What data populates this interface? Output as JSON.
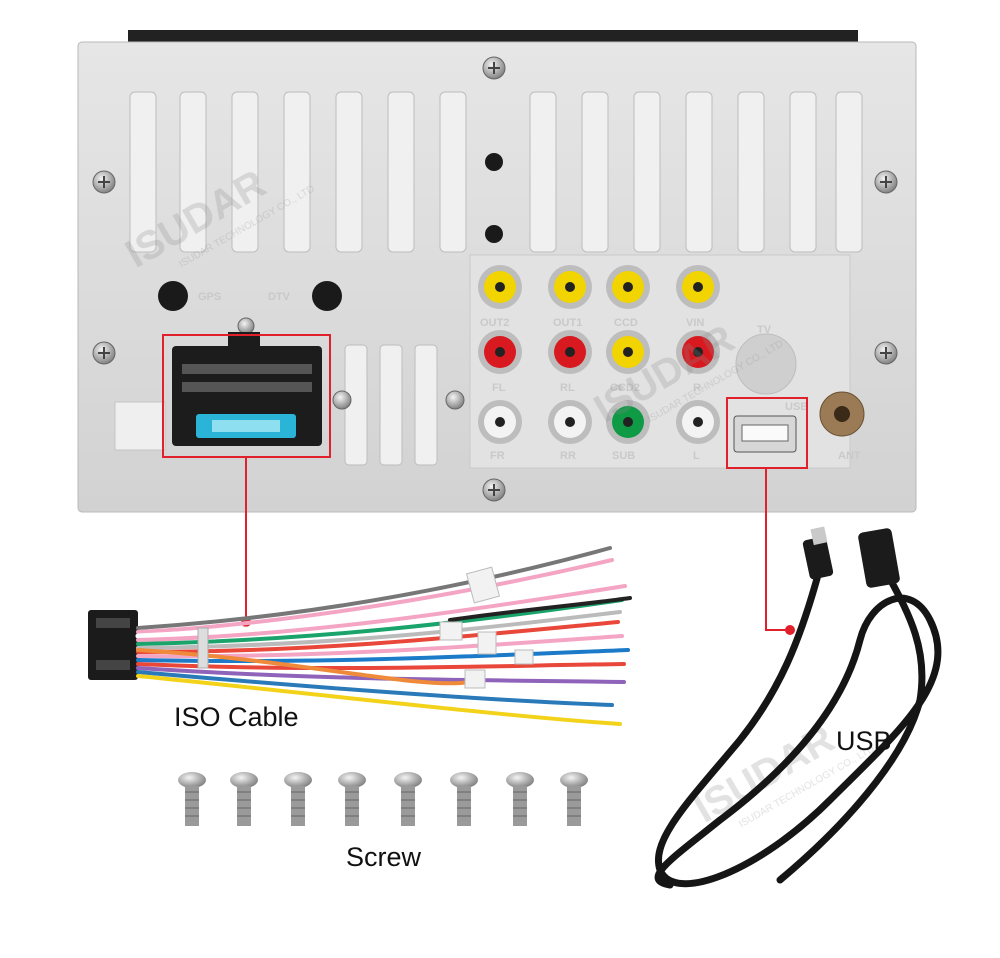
{
  "watermark": {
    "brand": "ISUDAR",
    "tagline": "ISUDAR TECHNOLOGY CO., LTD"
  },
  "panel_labels": {
    "gps": "GPS",
    "dtv": "DTV",
    "out2": "OUT2",
    "out1": "OUT1",
    "ccd": "CCD",
    "vin": "VIN",
    "fl": "FL",
    "rl": "RL",
    "ccd2": "CCD2",
    "r": "R",
    "fr": "FR",
    "rr": "RR",
    "sub": "SUB",
    "l": "L",
    "tv": "TV",
    "usb": "USB",
    "ant": "ANT"
  },
  "captions": {
    "iso_cable": "ISO Cable",
    "usb": "USB",
    "screw": "Screw"
  },
  "colors": {
    "callout": "#e0202a",
    "rca_yellow": "#f1d400",
    "rca_red": "#d8191f",
    "rca_green": "#0f9a46",
    "rca_white": "#f3f3f3",
    "panel": "#dcdcdc"
  }
}
